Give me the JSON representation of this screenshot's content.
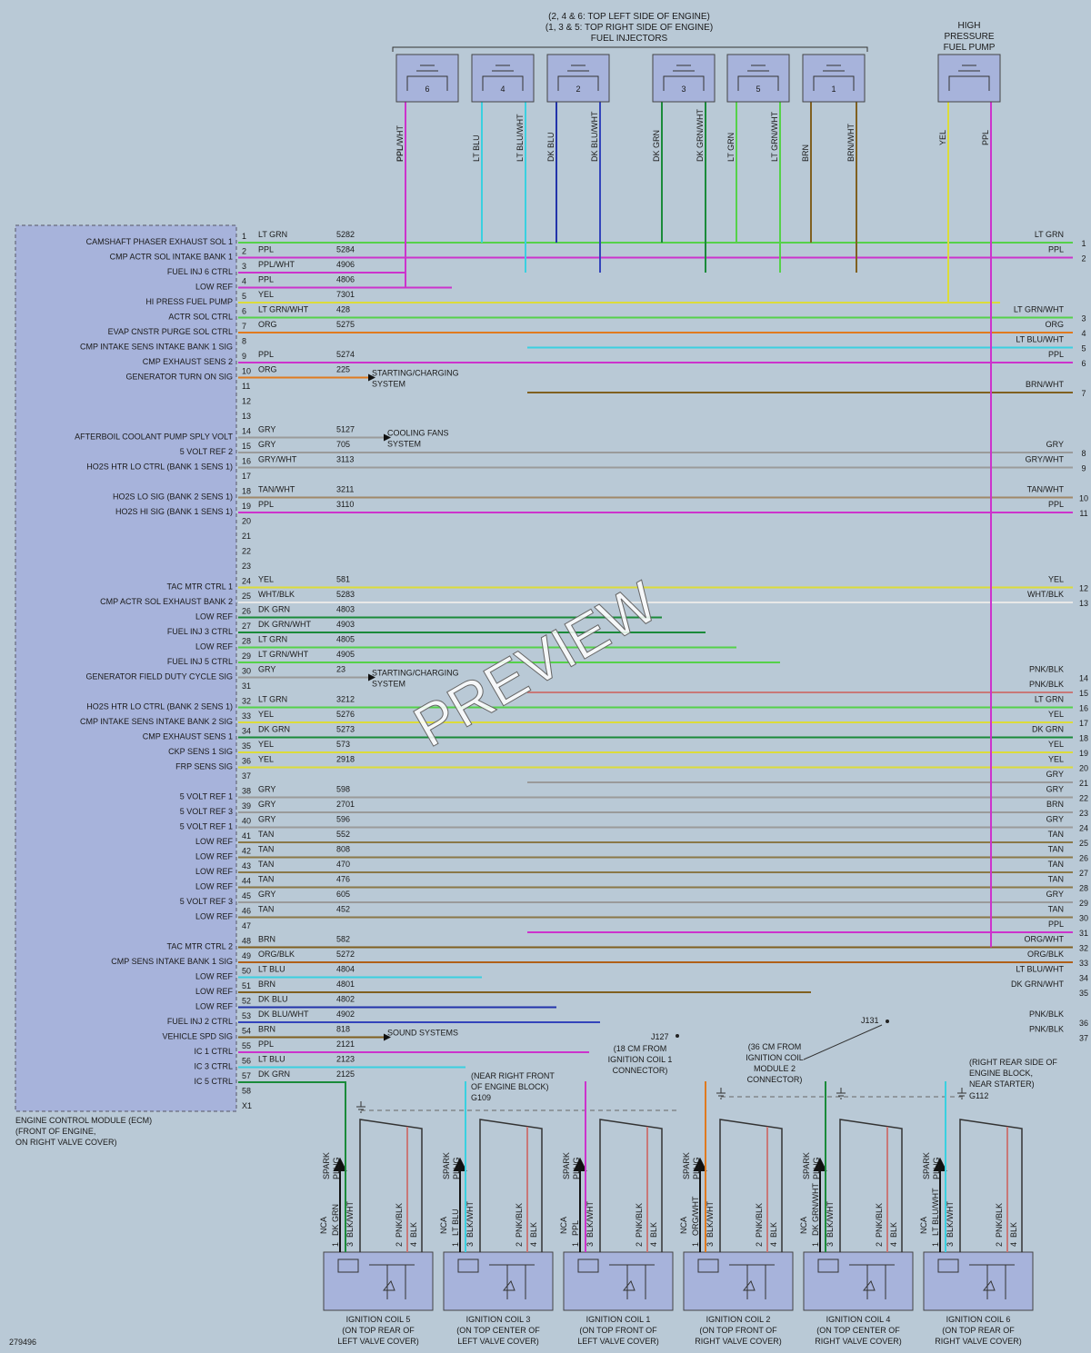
{
  "colors": {
    "background": "#b9c9d6",
    "ecm_fill": "#a7b3db",
    "component_fill": "#a7b3db",
    "LT GRN": "#55d14a",
    "PPL": "#cc33cc",
    "PPL/WHT": "#cc33cc",
    "YEL": "#dcdc3a",
    "LT GRN/WHT": "#55d14a",
    "ORG": "#e07a1f",
    "LT BLU/WHT": "#3ad0e0",
    "GRY": "#9a9a9a",
    "GRY/WHT": "#9a9a9a",
    "TAN/WHT": "#a08868",
    "WHT/BLK": "#e8e8e8",
    "DK GRN": "#1a8a3a",
    "DK GRN/WHT": "#1a8a3a",
    "PNK/BLK": "#c87878",
    "BRN": "#806020",
    "BRN/WHT": "#806020",
    "TAN": "#8a7848",
    "ORG/WHT": "#e07a1f",
    "ORG/BLK": "#b06018",
    "LT BLU": "#3ad0e0",
    "DK BLU": "#2233aa",
    "DK BLU/WHT": "#3344bb",
    "BLK/WHT": "#303030",
    "BLK": "#202020"
  },
  "header": {
    "injector_title_1": "(2, 4 & 6: TOP LEFT SIDE OF ENGINE)",
    "injector_title_2": "(1, 3 & 5: TOP RIGHT SIDE OF ENGINE)",
    "injector_title_3": "FUEL INJECTORS",
    "pump_title_1": "HIGH",
    "pump_title_2": "PRESSURE",
    "pump_title_3": "FUEL PUMP"
  },
  "injectors": [
    {
      "num": "6",
      "pin2_color": "PPL/WHT",
      "pin1_color": "PPL"
    },
    {
      "num": "4",
      "pin1_color": "LT BLU",
      "pin2_color": "LT BLU/WHT"
    },
    {
      "num": "2",
      "pin1_color": "DK BLU",
      "pin2_color": "DK BLU/WHT"
    },
    {
      "num": "3",
      "pin1_color": "DK GRN",
      "pin2_color": "DK GRN/WHT"
    },
    {
      "num": "5",
      "pin1_color": "LT GRN",
      "pin2_color": "LT GRN/WHT"
    },
    {
      "num": "1",
      "pin1_color": "BRN",
      "pin2_color": "BRN/WHT"
    }
  ],
  "pump": {
    "pin2_color": "YEL",
    "pin1_color": "PPL"
  },
  "ecm": {
    "caption_1": "ENGINE CONTROL MODULE (ECM)",
    "caption_2": "(FRONT OF ENGINE,",
    "caption_3": "ON RIGHT VALVE COVER)",
    "pins": [
      {
        "pin": "1",
        "signal": "CAMSHAFT PHASER EXHAUST SOL 1",
        "color": "LT GRN",
        "circuit": "5282",
        "right_label": "LT GRN",
        "right_num": "1"
      },
      {
        "pin": "2",
        "signal": "CMP ACTR SOL INTAKE BANK 1",
        "color": "PPL",
        "circuit": "5284",
        "right_label": "PPL",
        "right_num": "2"
      },
      {
        "pin": "3",
        "signal": "FUEL INJ 6 CTRL",
        "color": "PPL/WHT",
        "circuit": "4906"
      },
      {
        "pin": "4",
        "signal": "LOW REF",
        "color": "PPL",
        "circuit": "4806"
      },
      {
        "pin": "5",
        "signal": "HI PRESS FUEL PUMP",
        "color": "YEL",
        "circuit": "7301"
      },
      {
        "pin": "6",
        "signal": "ACTR SOL CTRL",
        "color": "LT GRN/WHT",
        "circuit": "428",
        "right_label": "LT GRN/WHT",
        "right_num": "3"
      },
      {
        "pin": "7",
        "signal": "EVAP CNSTR PURGE SOL CTRL",
        "color": "ORG",
        "circuit": "5275",
        "right_label": "ORG",
        "right_num": "4"
      },
      {
        "pin": "8",
        "signal": "CMP INTAKE SENS INTAKE BANK 1 SIG",
        "color": "",
        "circuit": "",
        "right_label": "LT BLU/WHT",
        "right_num": "5"
      },
      {
        "pin": "9",
        "signal": "CMP EXHAUST SENS 2",
        "color": "PPL",
        "circuit": "5274",
        "right_label": "PPL",
        "right_num": "6"
      },
      {
        "pin": "10",
        "signal": "GENERATOR TURN ON SIG",
        "color": "ORG",
        "circuit": "225",
        "arrow_1": "STARTING/CHARGING",
        "arrow_2": "SYSTEM"
      },
      {
        "pin": "11",
        "signal": "",
        "color": "",
        "circuit": "",
        "right_label": "BRN/WHT",
        "right_num": "7"
      },
      {
        "pin": "12",
        "signal": "",
        "color": "",
        "circuit": ""
      },
      {
        "pin": "13",
        "signal": "",
        "color": "",
        "circuit": ""
      },
      {
        "pin": "14",
        "signal": "AFTERBOIL COOLANT PUMP SPLY VOLT",
        "color": "GRY",
        "circuit": "5127",
        "arrow_1": "COOLING FANS",
        "arrow_2": "SYSTEM"
      },
      {
        "pin": "15",
        "signal": "5 VOLT REF 2",
        "color": "GRY",
        "circuit": "705",
        "right_label": "GRY",
        "right_num": "8"
      },
      {
        "pin": "16",
        "signal": "HO2S HTR LO CTRL (BANK 1 SENS 1)",
        "color": "GRY/WHT",
        "circuit": "3113",
        "right_label": "GRY/WHT",
        "right_num": "9"
      },
      {
        "pin": "17",
        "signal": "",
        "color": "",
        "circuit": ""
      },
      {
        "pin": "18",
        "signal": "HO2S LO SIG (BANK 2 SENS 1)",
        "color": "TAN/WHT",
        "circuit": "3211",
        "right_label": "TAN/WHT",
        "right_num": "10"
      },
      {
        "pin": "19",
        "signal": "HO2S HI SIG (BANK 1 SENS 1)",
        "color": "PPL",
        "circuit": "3110",
        "right_label": "PPL",
        "right_num": "11"
      },
      {
        "pin": "20",
        "signal": "",
        "color": "",
        "circuit": ""
      },
      {
        "pin": "21",
        "signal": "",
        "color": "",
        "circuit": ""
      },
      {
        "pin": "22",
        "signal": "",
        "color": "",
        "circuit": ""
      },
      {
        "pin": "23",
        "signal": "",
        "color": "",
        "circuit": ""
      },
      {
        "pin": "24",
        "signal": "TAC MTR CTRL 1",
        "color": "YEL",
        "circuit": "581",
        "right_label": "YEL",
        "right_num": "12"
      },
      {
        "pin": "25",
        "signal": "CMP ACTR SOL EXHAUST BANK 2",
        "color": "WHT/BLK",
        "circuit": "5283",
        "right_label": "WHT/BLK",
        "right_num": "13"
      },
      {
        "pin": "26",
        "signal": "LOW REF",
        "color": "DK GRN",
        "circuit": "4803"
      },
      {
        "pin": "27",
        "signal": "FUEL INJ 3 CTRL",
        "color": "DK GRN/WHT",
        "circuit": "4903"
      },
      {
        "pin": "28",
        "signal": "LOW REF",
        "color": "LT GRN",
        "circuit": "4805"
      },
      {
        "pin": "29",
        "signal": "FUEL INJ 5 CTRL",
        "color": "LT GRN/WHT",
        "circuit": "4905"
      },
      {
        "pin": "30",
        "signal": "GENERATOR FIELD DUTY CYCLE SIG",
        "color": "GRY",
        "circuit": "23",
        "arrow_1": "STARTING/CHARGING",
        "arrow_2": "SYSTEM",
        "right_label": "PNK/BLK",
        "right_num": "14"
      },
      {
        "pin": "31",
        "signal": "",
        "color": "",
        "circuit": "",
        "right_label": "PNK/BLK",
        "right_num": "15"
      },
      {
        "pin": "32",
        "signal": "HO2S HTR LO CTRL (BANK 2 SENS 1)",
        "color": "LT GRN",
        "circuit": "3212",
        "right_label": "LT GRN",
        "right_num": "16"
      },
      {
        "pin": "33",
        "signal": "CMP INTAKE SENS INTAKE BANK 2 SIG",
        "color": "YEL",
        "circuit": "5276",
        "right_label": "YEL",
        "right_num": "17"
      },
      {
        "pin": "34",
        "signal": "CMP EXHAUST SENS 1",
        "color": "DK GRN",
        "circuit": "5273",
        "right_label": "DK GRN",
        "right_num": "18"
      },
      {
        "pin": "35",
        "signal": "CKP SENS 1 SIG",
        "color": "YEL",
        "circuit": "573",
        "right_label": "YEL",
        "right_num": "19"
      },
      {
        "pin": "36",
        "signal": "FRP SENS SIG",
        "color": "YEL",
        "circuit": "2918",
        "right_label": "YEL",
        "right_num": "20"
      },
      {
        "pin": "37",
        "signal": "",
        "color": "",
        "circuit": "",
        "right_label": "GRY",
        "right_num": "21"
      },
      {
        "pin": "38",
        "signal": "5 VOLT REF 1",
        "color": "GRY",
        "circuit": "598",
        "right_label": "GRY",
        "right_num": "22"
      },
      {
        "pin": "39",
        "signal": "5 VOLT REF 3",
        "color": "GRY",
        "circuit": "2701",
        "right_label": "BRN",
        "right_num": "23"
      },
      {
        "pin": "40",
        "signal": "5 VOLT REF 1",
        "color": "GRY",
        "circuit": "596",
        "right_label": "GRY",
        "right_num": "24"
      },
      {
        "pin": "41",
        "signal": "LOW REF",
        "color": "TAN",
        "circuit": "552",
        "right_label": "TAN",
        "right_num": "25"
      },
      {
        "pin": "42",
        "signal": "LOW REF",
        "color": "TAN",
        "circuit": "808",
        "right_label": "TAN",
        "right_num": "26"
      },
      {
        "pin": "43",
        "signal": "LOW REF",
        "color": "TAN",
        "circuit": "470",
        "right_label": "TAN",
        "right_num": "27"
      },
      {
        "pin": "44",
        "signal": "LOW REF",
        "color": "TAN",
        "circuit": "476",
        "right_label": "TAN",
        "right_num": "28"
      },
      {
        "pin": "45",
        "signal": "5 VOLT REF 3",
        "color": "GRY",
        "circuit": "605",
        "right_label": "GRY",
        "right_num": "29"
      },
      {
        "pin": "46",
        "signal": "LOW REF",
        "color": "TAN",
        "circuit": "452",
        "right_label": "TAN",
        "right_num": "30"
      },
      {
        "pin": "47",
        "signal": "",
        "color": "",
        "circuit": "",
        "right_label": "PPL",
        "right_num": "31"
      },
      {
        "pin": "48",
        "signal": "TAC MTR CTRL 2",
        "color": "BRN",
        "circuit": "582",
        "right_label": "ORG/WHT",
        "right_num": "32"
      },
      {
        "pin": "49",
        "signal": "CMP SENS INTAKE BANK 1 SIG",
        "color": "ORG/BLK",
        "circuit": "5272",
        "right_label": "ORG/BLK",
        "right_num": "33"
      },
      {
        "pin": "50",
        "signal": "LOW REF",
        "color": "LT BLU",
        "circuit": "4804",
        "right_label": "LT BLU/WHT",
        "right_num": "34"
      },
      {
        "pin": "51",
        "signal": "LOW REF",
        "color": "BRN",
        "circuit": "4801",
        "right_label": "DK GRN/WHT",
        "right_num": "35"
      },
      {
        "pin": "52",
        "signal": "LOW REF",
        "color": "DK BLU",
        "circuit": "4802"
      },
      {
        "pin": "53",
        "signal": "FUEL INJ 2 CTRL",
        "color": "DK BLU/WHT",
        "circuit": "4902",
        "right_label": "PNK/BLK",
        "right_num": "36"
      },
      {
        "pin": "54",
        "signal": "VEHICLE SPD SIG",
        "color": "BRN",
        "circuit": "818",
        "arrow_1": "SOUND SYSTEMS",
        "arrow_2": "",
        "right_label": "PNK/BLK",
        "right_num": "37"
      },
      {
        "pin": "55",
        "signal": "IC 1 CTRL",
        "color": "PPL",
        "circuit": "2121"
      },
      {
        "pin": "56",
        "signal": "IC 3 CTRL",
        "color": "LT BLU",
        "circuit": "2123"
      },
      {
        "pin": "57",
        "signal": "IC 5 CTRL",
        "color": "DK GRN",
        "circuit": "2125"
      },
      {
        "pin": "58",
        "signal": "",
        "color": "",
        "circuit": ""
      },
      {
        "pin": "X1",
        "signal": "",
        "color": "",
        "circuit": ""
      }
    ]
  },
  "notes": {
    "j127": "J127",
    "j127_note_1": "(18 CM FROM",
    "j127_note_2": "IGNITION COIL 1",
    "j127_note_3": "CONNECTOR)",
    "j131": "J131",
    "j131_note_1": "(36 CM FROM",
    "j131_note_2": "IGNITION COIL",
    "j131_note_3": "MODULE 2",
    "j131_note_4": "CONNECTOR)",
    "g109_note_1": "(NEAR RIGHT FRONT",
    "g109_note_2": "OF ENGINE BLOCK)",
    "g109": "G109",
    "g112_note_1": "(RIGHT REAR SIDE OF",
    "g112_note_2": "ENGINE BLOCK,",
    "g112_note_3": "NEAR STARTER)",
    "g112": "G112",
    "figure_id": "279496",
    "watermark": "PREVIEW"
  },
  "coils": [
    {
      "name": "IGNITION COIL 5",
      "loc_1": "(ON TOP REAR OF",
      "loc_2": "LEFT VALVE COVER)",
      "wire3": "DK GRN",
      "wire3b": "BLK/WHT"
    },
    {
      "name": "IGNITION COIL 3",
      "loc_1": "(ON TOP CENTER OF",
      "loc_2": "LEFT VALVE COVER)",
      "wire3": "LT BLU",
      "wire3b": "BLK/WHT"
    },
    {
      "name": "IGNITION COIL 1",
      "loc_1": "(ON TOP FRONT OF",
      "loc_2": "LEFT VALVE COVER)",
      "wire3": "PPL",
      "wire3b": "BLK/WHT"
    },
    {
      "name": "IGNITION COIL 2",
      "loc_1": "(ON TOP FRONT OF",
      "loc_2": "RIGHT VALVE COVER)",
      "wire3": "ORG/WHT",
      "wire3b": "BLK/WHT"
    },
    {
      "name": "IGNITION COIL 4",
      "loc_1": "(ON TOP CENTER OF",
      "loc_2": "RIGHT VALVE COVER)",
      "wire3": "DK GRN/WHT",
      "wire3b": "BLK/WHT"
    },
    {
      "name": "IGNITION COIL 6",
      "loc_1": "(ON TOP REAR OF",
      "loc_2": "RIGHT VALVE COVER)",
      "wire3": "LT BLU/WHT",
      "wire3b": "BLK/WHT"
    }
  ],
  "coil_common": {
    "spark": "SPARK",
    "plug": "PLUG",
    "nca": "NCA",
    "pin1": "1",
    "pin2": "2",
    "pin3": "3",
    "pin4": "4",
    "pnk": "PNK/BLK",
    "blk": "BLK"
  }
}
